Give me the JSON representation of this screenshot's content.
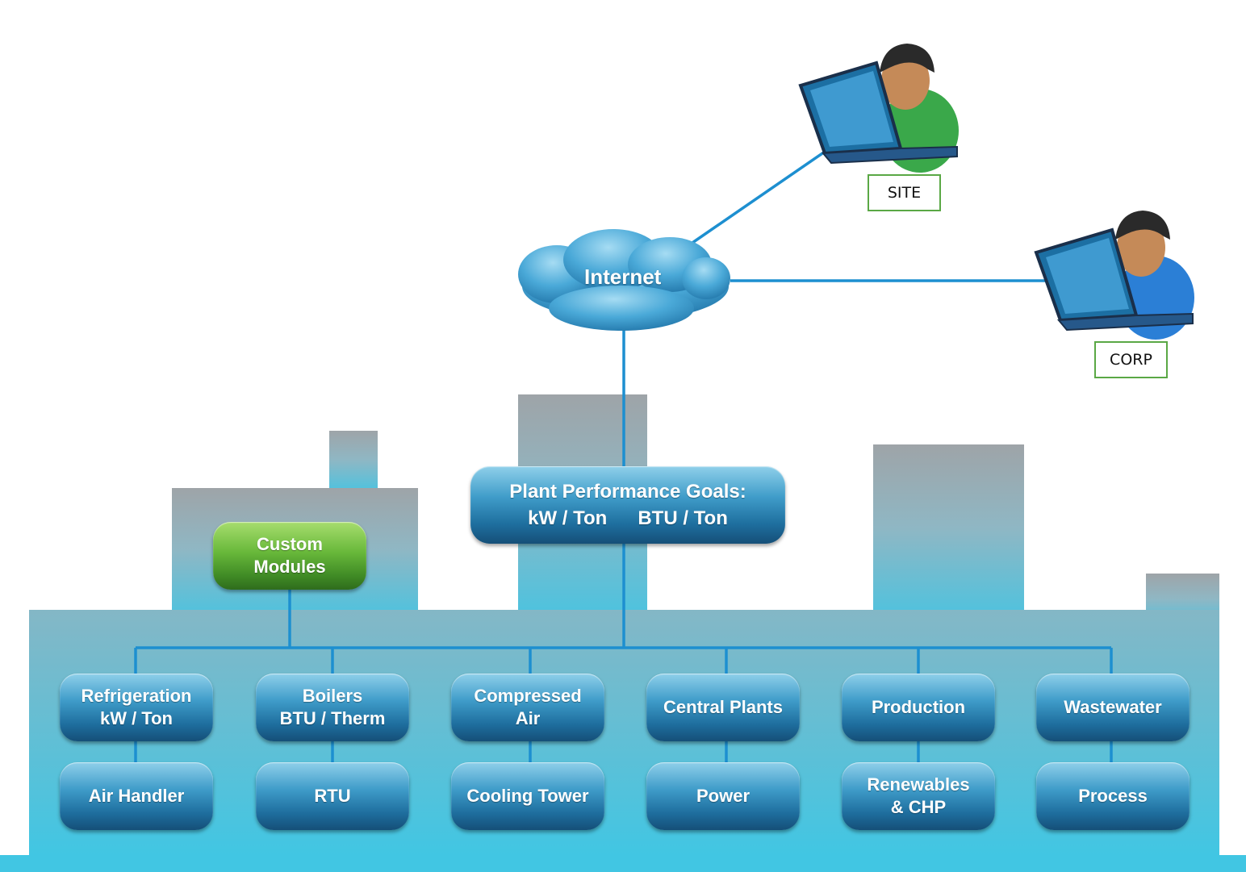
{
  "internet": {
    "label": "Internet"
  },
  "users": [
    {
      "icon": "user-laptop-icon",
      "label": "SITE",
      "shirt_color": "#3aa84a"
    },
    {
      "icon": "user-laptop-icon",
      "label": "CORP",
      "shirt_color": "#2b7fd6"
    }
  ],
  "plant_goals": {
    "line1": "Plant Performance Goals:",
    "metric_a": "kW / Ton",
    "metric_b": "BTU / Ton"
  },
  "custom_modules": {
    "label": "Custom\nModules"
  },
  "modules_top": [
    {
      "label": "Refrigeration\nkW / Ton"
    },
    {
      "label": "Boilers\nBTU / Therm"
    },
    {
      "label": "Compressed\nAir"
    },
    {
      "label": "Central Plants"
    },
    {
      "label": "Production"
    },
    {
      "label": "Wastewater"
    }
  ],
  "modules_bottom": [
    {
      "label": "Air Handler"
    },
    {
      "label": "RTU"
    },
    {
      "label": "Cooling Tower"
    },
    {
      "label": "Power"
    },
    {
      "label": "Renewables\n& CHP"
    },
    {
      "label": "Process"
    }
  ],
  "colors": {
    "connector": "#1d8fd0",
    "building_top": "#9aa3a9",
    "building_bottom": "#45c4e2",
    "block": "#2680b0",
    "custom_block": "#5fb43a",
    "label_border": "#5aa845"
  }
}
